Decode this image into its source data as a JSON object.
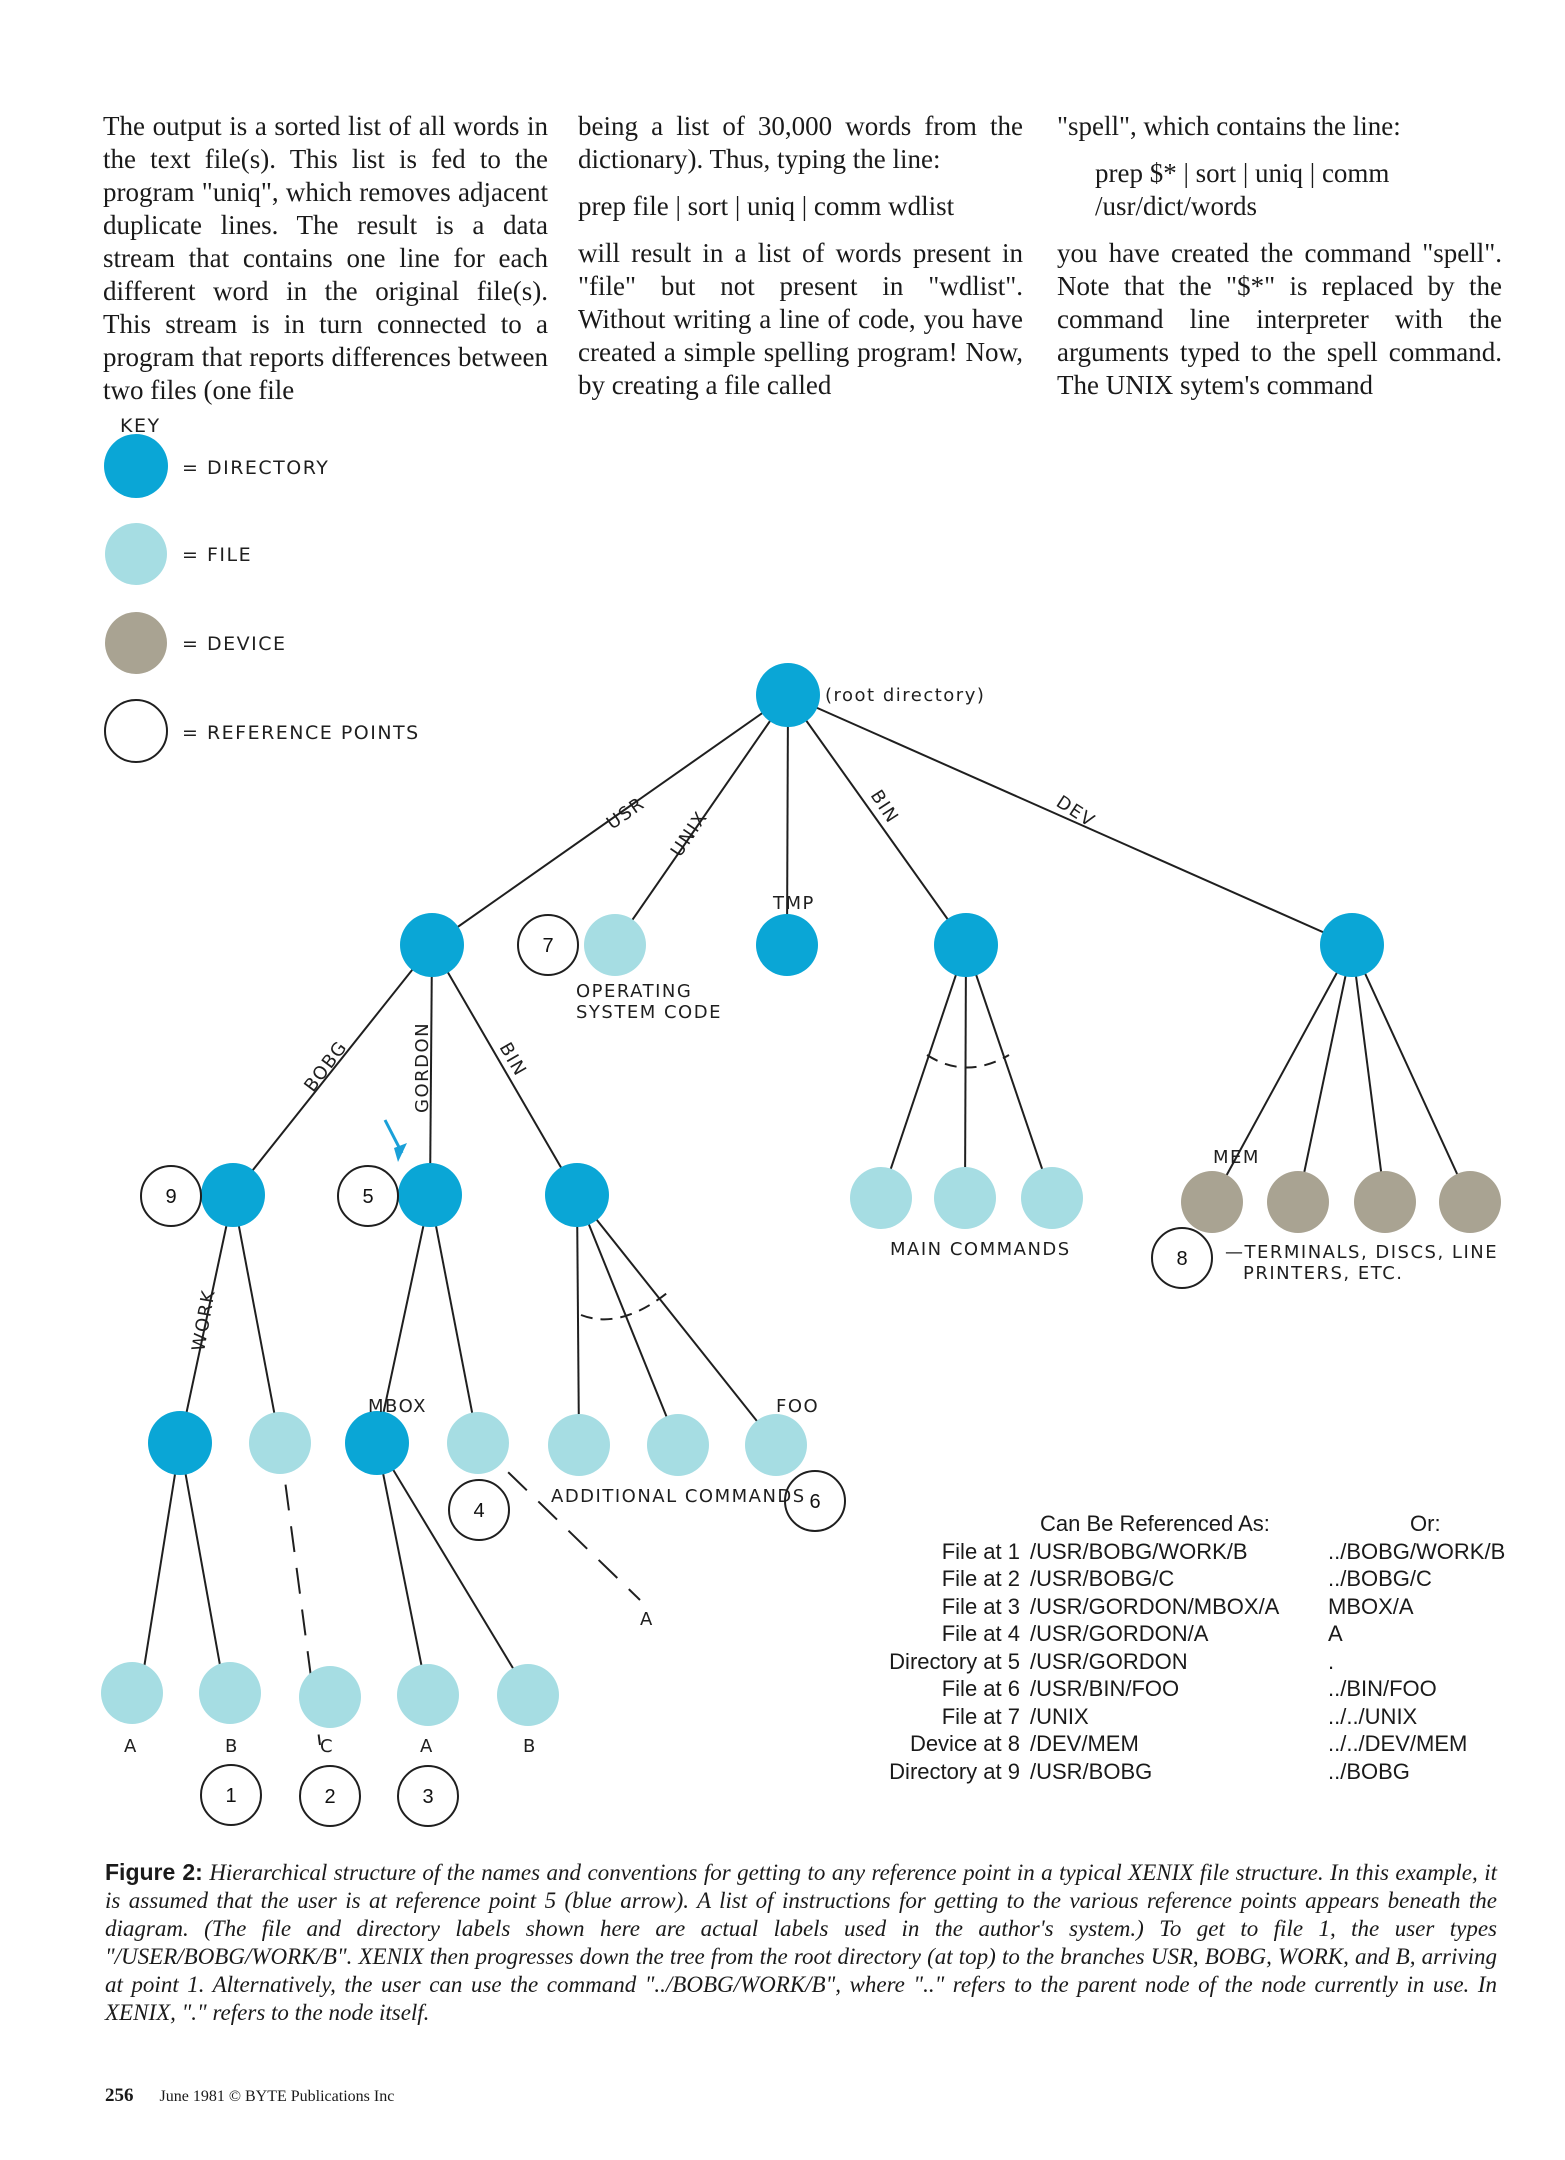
{
  "columns": {
    "col1": "The output is a sorted list of all words in the text file(s). This list is fed to the program \"uniq\", which removes adjacent duplicate lines. The result is a data stream that contains one line for each different word in the original file(s). This stream is in turn connected to a program that reports differences between two files (one file",
    "col2_p1": "being a list of 30,000 words from the dictionary). Thus, typing the line:",
    "col2_cmd": "prep file | sort | uniq | comm wdlist",
    "col2_p2": "will result in a list of words present in \"file\" but not present in \"wdlist\". Without writing a line of code, you have created a simple spelling program! Now, by creating a file called",
    "col3_p1": "\"spell\", which contains the line:",
    "col3_cmd1": "prep $* | sort | uniq | comm",
    "col3_cmd2": "/usr/dict/words",
    "col3_p2": "you have created the command \"spell\". Note that the \"$*\" is replaced by the command line interpreter with the arguments typed to the spell command. The UNIX sytem's command"
  },
  "key": {
    "title": "KEY",
    "directory": "= DIRECTORY",
    "file": "= FILE",
    "device": "= DEVICE",
    "reference": "= REFERENCE POINTS"
  },
  "diagram": {
    "root": "(root directory)",
    "edge_usr": "USR",
    "edge_unix": "UNIX",
    "edge_tmp": "TMP",
    "edge_bin": "BIN",
    "edge_dev": "DEV",
    "edge_bobg": "BOBG",
    "edge_gordon": "GORDON",
    "edge_bin2": "BIN",
    "edge_work": "WORK",
    "edge_mbox": "MBOX",
    "edge_mem": "MEM",
    "label_foo": "FOO",
    "label_os1": "OPERATING",
    "label_os2": "SYSTEM CODE",
    "label_main": "MAIN COMMANDS",
    "label_add": "ADDITIONAL COMMANDS",
    "label_term1": "—TERMINALS, DISCS, LINE",
    "label_term2": "PRINTERS, ETC.",
    "leaf_a1": "A",
    "leaf_b1": "B",
    "leaf_c": "C",
    "leaf_a2": "A",
    "leaf_b2": "B",
    "leaf_a3": "A",
    "ref": [
      "1",
      "2",
      "3",
      "4",
      "5",
      "6",
      "7",
      "8",
      "9"
    ],
    "colors": {
      "directory": "#0aa6d6",
      "file": "#a6dde3",
      "device": "#a9a392",
      "line": "#1f1f1f",
      "arrow": "#1aa0d8"
    }
  },
  "table": {
    "header_can": "Can Be Referenced As:",
    "header_or": "Or:",
    "rows": [
      [
        "File at 1",
        "/USR/BOBG/WORK/B",
        "../BOBG/WORK/B"
      ],
      [
        "File at 2",
        "/USR/BOBG/C",
        "../BOBG/C"
      ],
      [
        "File at 3",
        "/USR/GORDON/MBOX/A",
        "MBOX/A"
      ],
      [
        "File at 4",
        "/USR/GORDON/A",
        "A"
      ],
      [
        "Directory at 5",
        "/USR/GORDON",
        "."
      ],
      [
        "File at 6",
        "/USR/BIN/FOO",
        "../BIN/FOO"
      ],
      [
        "File at 7",
        "/UNIX",
        "../../UNIX"
      ],
      [
        "Device at 8",
        "/DEV/MEM",
        "../../DEV/MEM"
      ],
      [
        "Directory at 9",
        "/USR/BOBG",
        "../BOBG"
      ]
    ]
  },
  "caption": {
    "label": "Figure 2:",
    "text": "Hierarchical structure of the names and conventions for getting to any reference point in a typical XENIX file structure. In this example, it is assumed that the user is at reference point 5 (blue arrow). A list of instructions for getting to the various reference points appears beneath the diagram. (The file and directory labels shown here are actual labels used in the author's system.) To get to file 1, the user types \"/USER/BOBG/WORK/B\". XENIX then progresses down the tree from the root directory (at top) to the branches USR, BOBG, WORK, and B, arriving at point 1. Alternatively, the user can use the command \"../BOBG/WORK/B\", where \"..\" refers to the parent node of the node currently in use. In XENIX, \".\" refers to the node itself."
  },
  "footer": {
    "page": "256",
    "credit": "June 1981 © BYTE Publications Inc"
  }
}
